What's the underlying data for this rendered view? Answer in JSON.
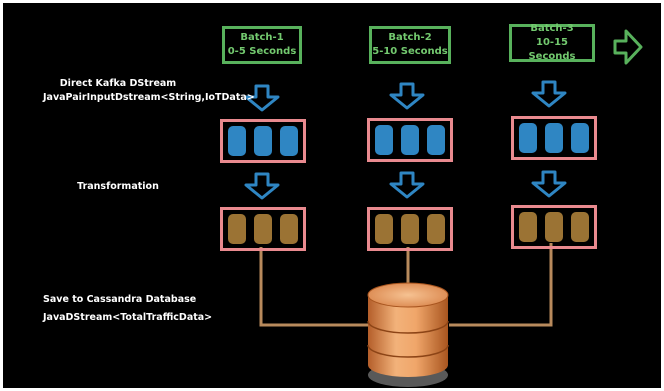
{
  "batches": [
    {
      "line1": "Batch-1",
      "line2": "0-5 Seconds"
    },
    {
      "line1": "Batch-2",
      "line2": "5-10 Seconds"
    },
    {
      "line1": "Batch-3",
      "line2": "10-15 Seconds"
    }
  ],
  "labels": {
    "stream_line1": "Direct Kafka DStream",
    "stream_line2": "JavaPairInputDstream<String,IoTData>",
    "transformation": "Transformation",
    "save_line1": "Save to Cassandra Database",
    "save_line2": "JavaDStream<TotalTrafficData>"
  },
  "colors": {
    "background": "#000000",
    "batch_border": "#58b15c",
    "batch_text": "#73c96f",
    "rdd_border": "#e98a8f",
    "partition_blue": "#2f86c3",
    "partition_brown": "#9b7334",
    "arrow_blue": "#2f86c3",
    "connector": "#b88a5c",
    "database": "#e89a5e"
  },
  "icons": [
    "down-arrow-icon",
    "right-arrow-icon",
    "database-icon"
  ]
}
